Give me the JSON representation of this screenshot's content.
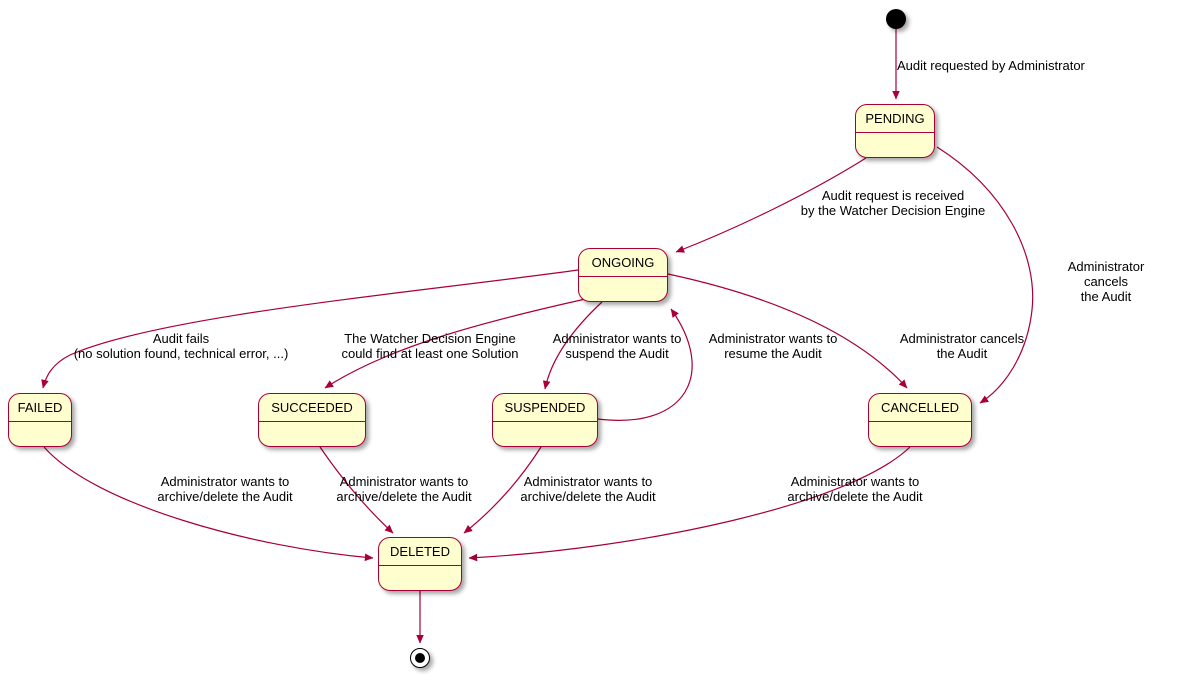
{
  "colors": {
    "state_fill": "#fefece",
    "state_border": "#a80036",
    "edge_color": "#a80036",
    "text_color": "#000000",
    "background": "#ffffff"
  },
  "states": {
    "pending": "PENDING",
    "ongoing": "ONGOING",
    "failed": "FAILED",
    "succeeded": "SUCCEEDED",
    "suspended": "SUSPENDED",
    "cancelled": "CANCELLED",
    "deleted": "DELETED"
  },
  "edges": {
    "start_pending": "Audit requested by Administrator",
    "pending_ongoing": "Audit request is received\nby the Watcher Decision Engine",
    "pending_cancelled": "Administrator cancels\nthe Audit",
    "ongoing_failed": "Audit fails\n(no solution found, technical error, ...)",
    "ongoing_succeeded": "The Watcher Decision Engine\ncould find at least one Solution",
    "ongoing_suspended": "Administrator wants to\nsuspend the Audit",
    "suspended_ongoing": "Administrator wants to\nresume the Audit",
    "ongoing_cancelled": "Administrator cancels\nthe Audit",
    "failed_deleted": "Administrator wants to\narchive/delete the Audit",
    "succeeded_deleted": "Administrator wants to\narchive/delete the Audit",
    "suspended_deleted": "Administrator wants to\narchive/delete the Audit",
    "cancelled_deleted": "Administrator wants to\narchive/delete the Audit"
  }
}
